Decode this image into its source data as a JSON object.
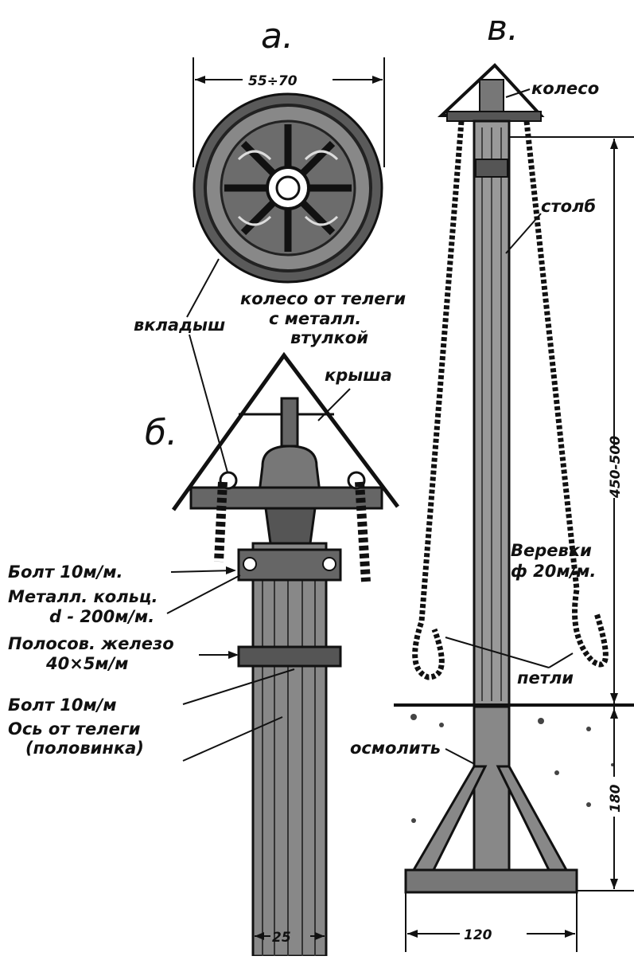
{
  "views": {
    "a": "a.",
    "b": "б.",
    "c": "в."
  },
  "labels": {
    "koleso": "колесо",
    "stolb": "столб",
    "koleso_ot_telegi_1": "колесо от телеги",
    "koleso_ot_telegi_2": "с металл.",
    "koleso_ot_telegi_3": "втулкой",
    "vkladysh": "вкладыш",
    "krysha": "крыша",
    "bolt1": "Болт 10м/м.",
    "metall_kolco_1": "Металл. кольц.",
    "metall_kolco_2": "d - 200м/м.",
    "polosov_1": "Полосов. железо",
    "polosov_2": "40×5м/м",
    "bolt2": "Болт 10м/м",
    "os_1": "Ось от телеги",
    "os_2": "(половинка)",
    "verevki_1": "Веревки",
    "verevki_2": "ф 20м/м.",
    "petli": "петли",
    "osmolit": "осмолить"
  },
  "dimensions": {
    "wheel_diameter": "55÷70",
    "pole_height": "450-500",
    "ground_depth": "180",
    "pole_width": "25",
    "base_width": "120"
  }
}
